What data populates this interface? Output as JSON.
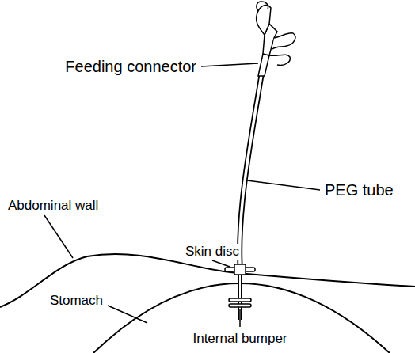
{
  "diagram": {
    "labels": [
      "Feeding connector",
      "PEG tube",
      "Abdominal wall",
      "Skin disc",
      "Stomach",
      "Internal bumper"
    ]
  }
}
